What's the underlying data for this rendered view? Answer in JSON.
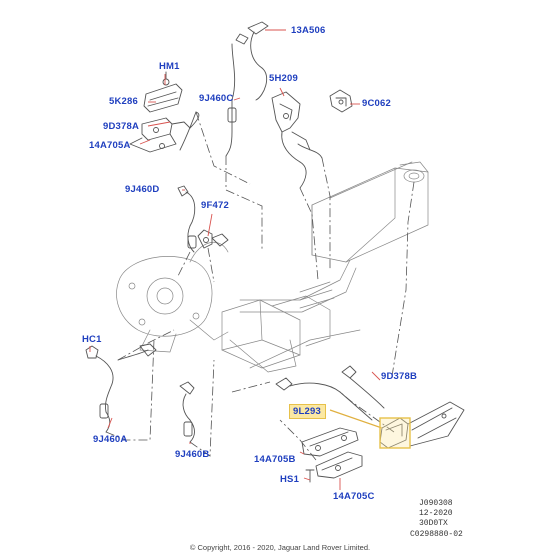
{
  "callouts": {
    "c13A506": "13A506",
    "cHM1": "HM1",
    "c5K286": "5K286",
    "c9J460C": "9J460C",
    "c5H209": "5H209",
    "c9C062": "9C062",
    "c9D378A": "9D378A",
    "c14A705A": "14A705A",
    "c9J460D": "9J460D",
    "c9F472": "9F472",
    "cHC1": "HC1",
    "c9D378B": "9D378B",
    "c9L293": "9L293",
    "c9J460A": "9J460A",
    "c9J460B": "9J460B",
    "c14A705B": "14A705B",
    "cHS1": "HS1",
    "c14A705C": "14A705C"
  },
  "footer": {
    "code_1": "J090308",
    "code_2": "12-2020",
    "code_3": "30D0TX",
    "code_4": "C0298880-02",
    "copyright": "© Copyright, 2016 - 2020, Jaguar Land Rover Limited."
  },
  "colors": {
    "callout_text": "#1f3fbf",
    "highlight_fill": "#fbe8a3",
    "highlight_stroke": "#e7c14a",
    "leader_line": "#d9534f",
    "drawing_line": "#555555"
  }
}
